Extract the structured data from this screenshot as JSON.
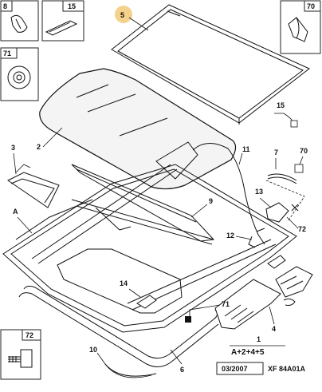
{
  "callouts": {
    "c8": "8",
    "c15a": "15",
    "c5": "5",
    "c70a": "70",
    "c71a": "71",
    "c2": "2",
    "c15b": "15",
    "c3": "3",
    "c11": "11",
    "c7": "7",
    "c70b": "70",
    "cA": "A",
    "c9": "9",
    "c13": "13",
    "c72a": "72",
    "c12": "12",
    "c14": "14",
    "c71b": "71",
    "c72b": "72",
    "c1": "1",
    "c4": "4",
    "c10": "10",
    "c6": "6"
  },
  "formula": "A+2+4+5",
  "footer": {
    "date": "03/2007",
    "ref": "XF 84A01A"
  },
  "colors": {
    "highlight": "#f5d28c",
    "line": "#111111"
  }
}
